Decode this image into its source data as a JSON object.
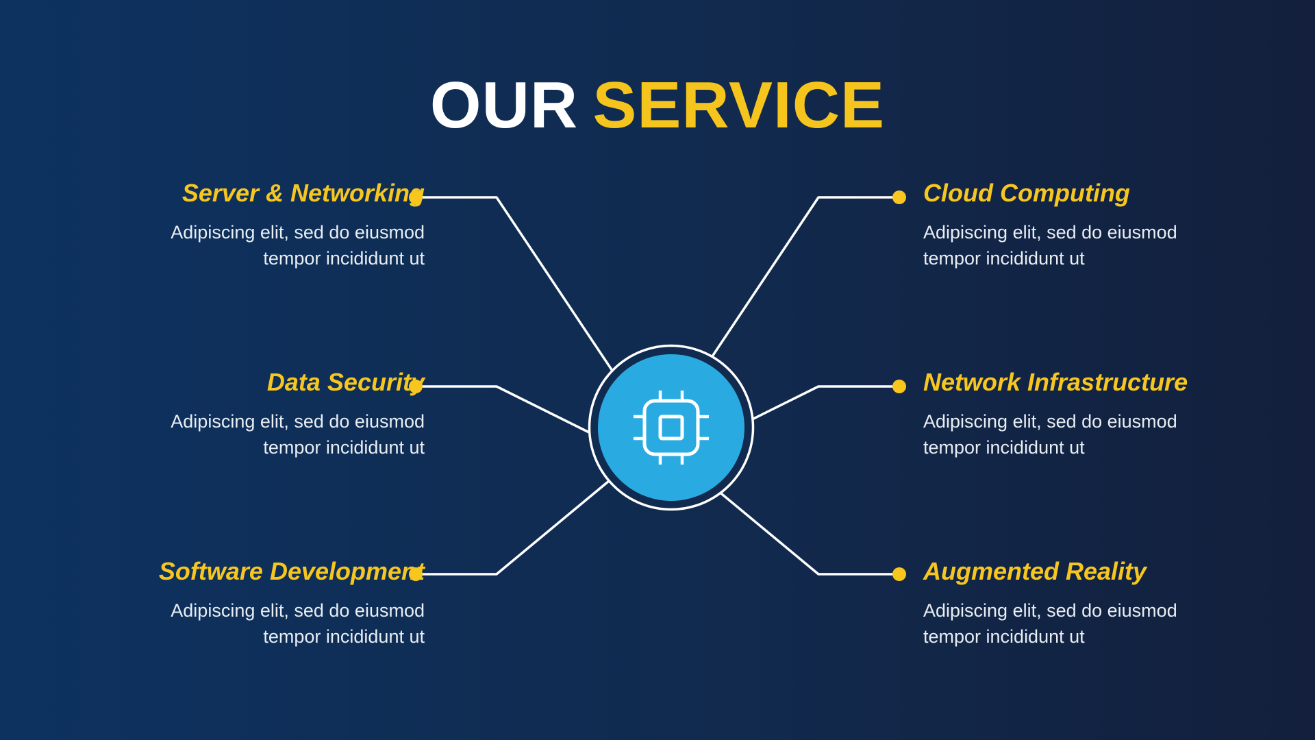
{
  "title": {
    "part1": "OUR",
    "part2": "SERVICE"
  },
  "services": {
    "left": [
      {
        "heading": "Server & Networking",
        "description": "Adipiscing elit, sed do eiusmod tempor incididunt ut"
      },
      {
        "heading": "Data Security",
        "description": "Adipiscing elit, sed do eiusmod tempor incididunt ut"
      },
      {
        "heading": "Software Development",
        "description": "Adipiscing elit, sed do eiusmod tempor incididunt ut"
      }
    ],
    "right": [
      {
        "heading": "Cloud Computing",
        "description": "Adipiscing elit, sed do eiusmod tempor incididunt ut"
      },
      {
        "heading": "Network Infrastructure",
        "description": "Adipiscing elit, sed do eiusmod tempor incididunt ut"
      },
      {
        "heading": "Augmented Reality",
        "description": "Adipiscing elit, sed do eiusmod tempor incididunt ut"
      }
    ]
  },
  "center_icon": "cpu-chip-icon",
  "colors": {
    "background_left": "#0d3260",
    "background_right": "#131f3c",
    "accent_yellow": "#f7c71f",
    "title_white": "#ffffff",
    "center_circle_blue": "#29abe2",
    "connector_white": "#ffffff",
    "description_text": "#e9eef3"
  }
}
